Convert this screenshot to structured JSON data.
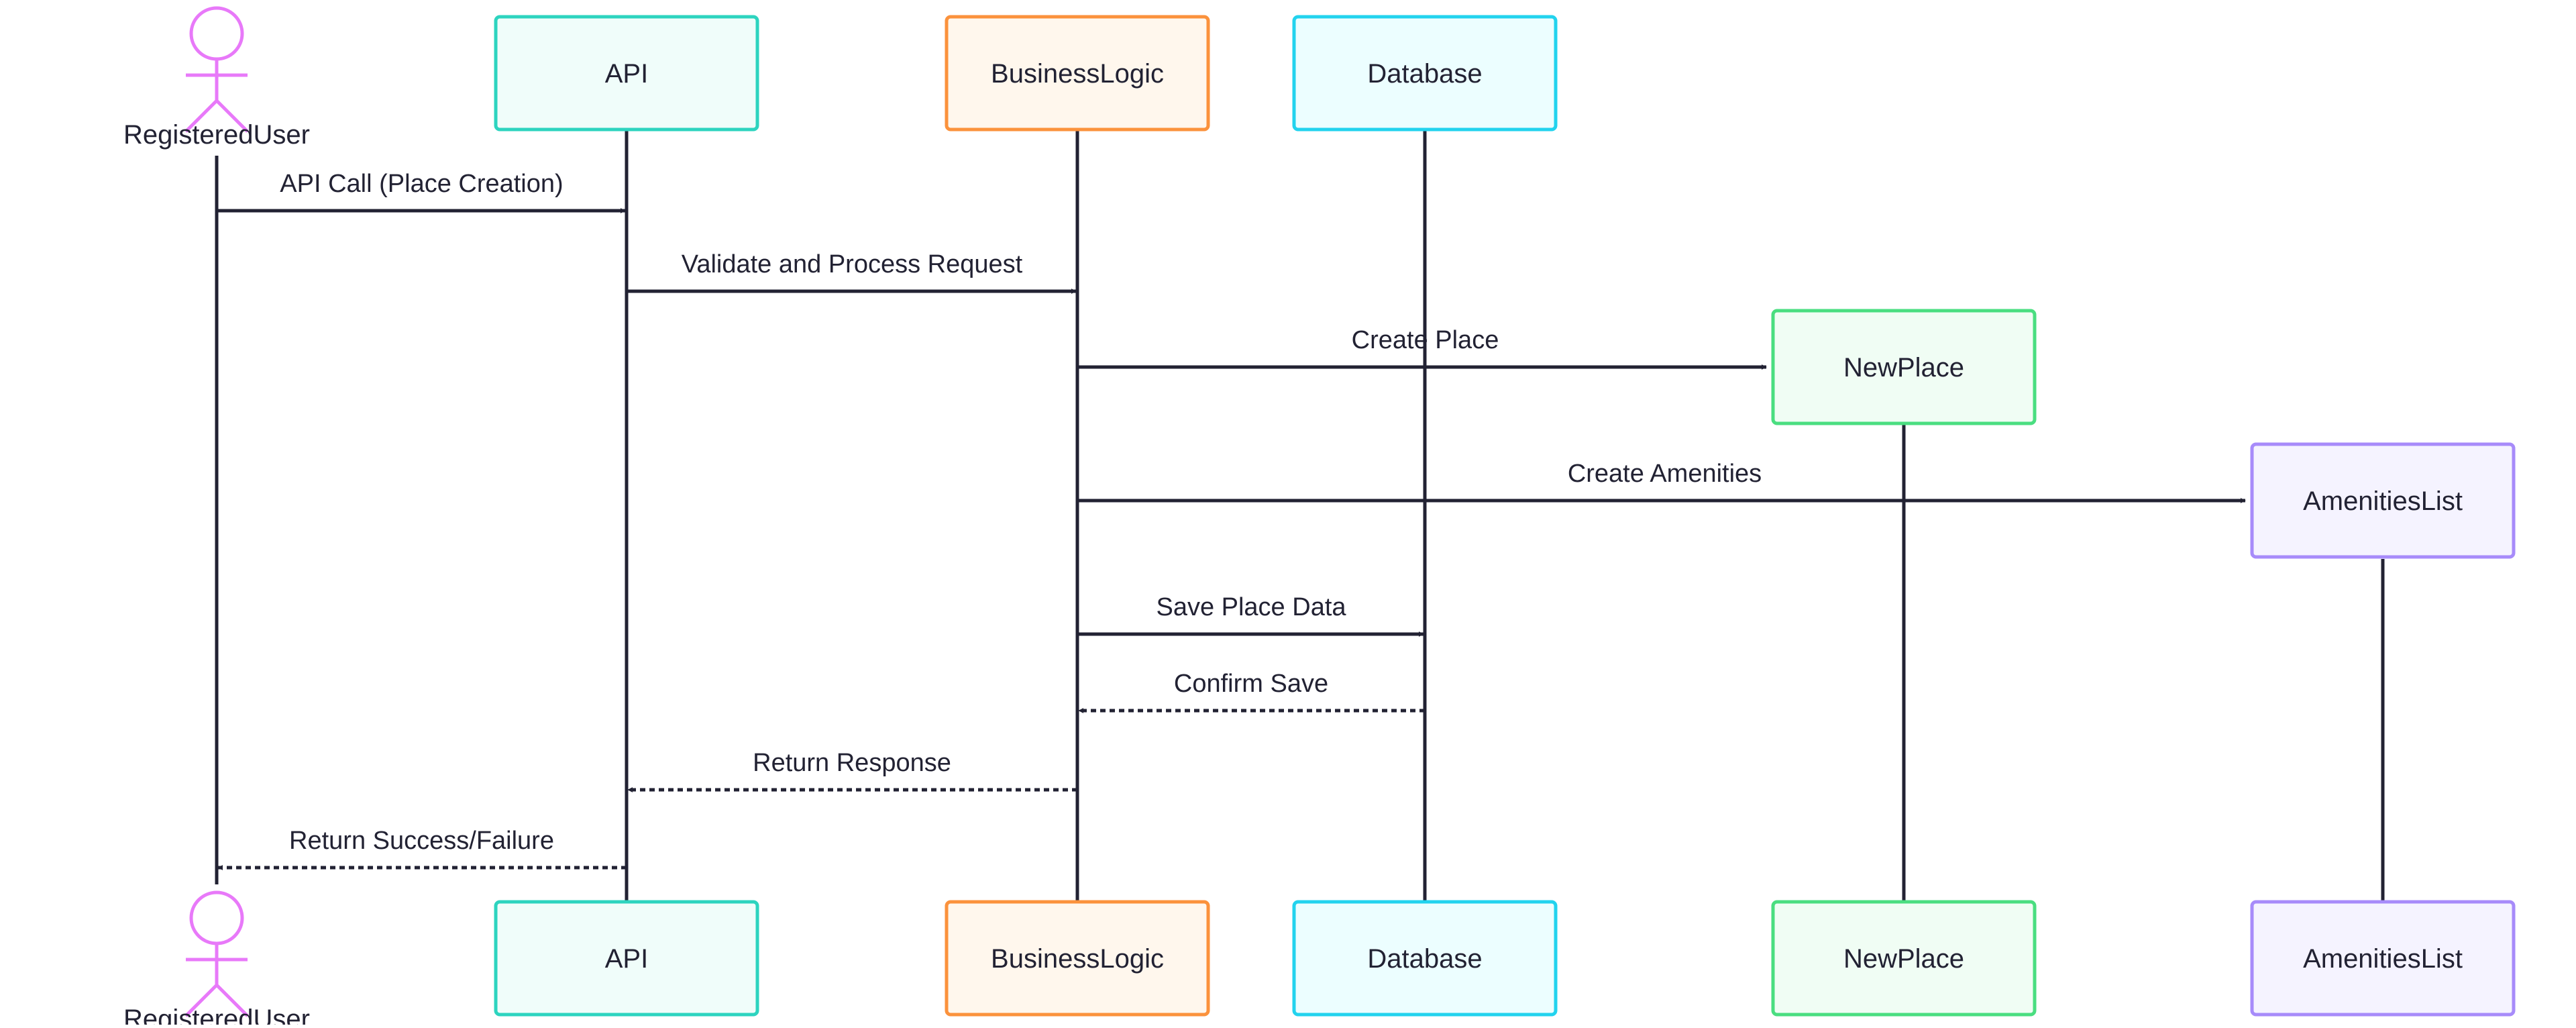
{
  "diagram": {
    "type": "sequence",
    "participants": [
      {
        "id": "user",
        "label": "RegisteredUser",
        "kind": "actor",
        "stroke": "#e879f9",
        "fill": "#ffffff"
      },
      {
        "id": "api",
        "label": "API",
        "kind": "box",
        "stroke": "#2dd4bf",
        "fill": "#f0fdfa"
      },
      {
        "id": "bl",
        "label": "BusinessLogic",
        "kind": "box",
        "stroke": "#fb923c",
        "fill": "#fff7ed"
      },
      {
        "id": "db",
        "label": "Database",
        "kind": "box",
        "stroke": "#22d3ee",
        "fill": "#ecfeff"
      },
      {
        "id": "np",
        "label": "NewPlace",
        "kind": "box",
        "stroke": "#4ade80",
        "fill": "#f0fdf4"
      },
      {
        "id": "al",
        "label": "AmenitiesList",
        "kind": "box",
        "stroke": "#a78bfa",
        "fill": "#f5f3ff"
      }
    ],
    "messages": [
      {
        "from": "user",
        "to": "api",
        "label": "API Call (Place Creation)",
        "style": "solid"
      },
      {
        "from": "api",
        "to": "bl",
        "label": "Validate and Process Request",
        "style": "solid"
      },
      {
        "from": "bl",
        "to": "np",
        "label": "Create Place",
        "style": "solid"
      },
      {
        "from": "bl",
        "to": "al",
        "label": "Create Amenities",
        "style": "solid"
      },
      {
        "from": "bl",
        "to": "db",
        "label": "Save Place Data",
        "style": "solid"
      },
      {
        "from": "db",
        "to": "bl",
        "label": "Confirm Save",
        "style": "dashed"
      },
      {
        "from": "bl",
        "to": "api",
        "label": "Return Response",
        "style": "dashed"
      },
      {
        "from": "api",
        "to": "user",
        "label": "Return Success/Failure",
        "style": "dashed"
      }
    ],
    "colors": {
      "line": "#222233"
    }
  }
}
